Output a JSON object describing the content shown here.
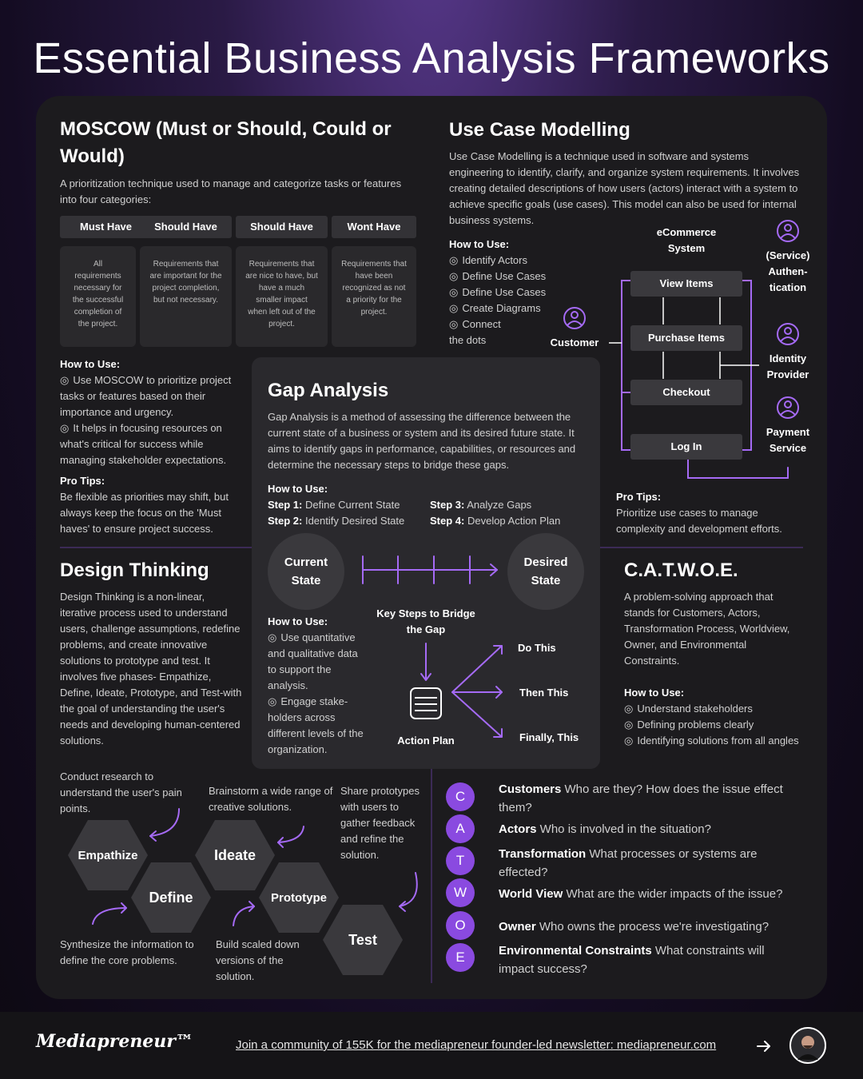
{
  "page": {
    "title": "Essential Business Analysis Frameworks",
    "accent": "#8a4ae0"
  },
  "moscow": {
    "title": "MOSCOW (Must or Should, Could or Would)",
    "desc": "A prioritization technique used to manage and categorize tasks or features into four categories:",
    "categories": [
      {
        "label": "Must Have",
        "text": "All requirements necessary for the successful completion of the project."
      },
      {
        "label": "Should Have",
        "text": "Requirements that are important for the project completion, but not necessary."
      },
      {
        "label": "Should Have",
        "text": "Requirements that are nice to have, but have a much smaller impact when left out of the project."
      },
      {
        "label": "Wont Have",
        "text": "Requirements that have been recognized as not a priority for the project."
      }
    ],
    "how_title": "How to Use:",
    "how": [
      "Use MOSCOW to prioritize project tasks or features based on their importance and urgency.",
      "It helps in focusing resources on what's critical for success while managing stakeholder expectations."
    ],
    "tips_title": "Pro Tips:",
    "tips": "Be flexible as priorities may shift, but always keep the focus on the 'Must haves' to ensure project success."
  },
  "usecase": {
    "title": "Use Case Modelling",
    "desc": "Use Case Modelling is a technique used in software and systems engineering to identify, clarify, and organize system requirements. It involves creating detailed descriptions of how users (actors) interact with a system to achieve specific goals (use cases). This model can also be used for internal business systems.",
    "how_title": "How to Use:",
    "how": [
      "Identify Actors",
      "Define Use Cases",
      "Define Use Cases",
      "Create Diagrams",
      "Connect"
    ],
    "how_tail": "the dots",
    "system_label": "eCommerce System",
    "boxes": [
      "View Items",
      "Purchase Items",
      "Checkout",
      "Log In"
    ],
    "actors": {
      "customer": "Customer",
      "auth": "(Service) Authen-tication",
      "identity": "Identity Provider",
      "payment": "Payment Service"
    },
    "tips_title": "Pro Tips:",
    "tips": "Prioritize use cases to manage complexity and development efforts."
  },
  "gap": {
    "title": "Gap Analysis",
    "desc": "Gap Analysis is a method of assessing the difference between the current state of a business or system and its desired future state. It aims to identify gaps in performance, capabilities, or resources and determine the necessary steps to bridge these gaps.",
    "how_title": "How to Use:",
    "steps": [
      {
        "label": "Step 1:",
        "text": "Define Current State"
      },
      {
        "label": "Step 2:",
        "text": "Identify Desired State"
      },
      {
        "label": "Step 3:",
        "text": "Analyze Gaps"
      },
      {
        "label": "Step 4:",
        "text": "Develop Action Plan"
      }
    ],
    "current": "Current State",
    "desired": "Desired State",
    "how2_title": "How to Use:",
    "how2": [
      "Use quantitative and qualitative data to support the analysis.",
      "Engage stake-holders across different levels of the organization."
    ],
    "key_steps": "Key Steps to Bridge the Gap",
    "action_plan": "Action Plan",
    "outputs": [
      "Do This",
      "Then This",
      "Finally, This"
    ]
  },
  "design": {
    "title": "Design Thinking",
    "desc": "Design Thinking is a non-linear, iterative process used to understand users, challenge assumptions, redefine problems, and create innovative solutions to prototype and test. It involves five phases- Empathize, Define, Ideate, Prototype, and Test-with the goal of understanding the user's needs and developing human-centered solutions.",
    "phases": [
      "Empathize",
      "Define",
      "Ideate",
      "Prototype",
      "Test"
    ],
    "notes": {
      "empathize": "Conduct research to understand the user's pain points.",
      "define": "Synthesize the information to define the core problems.",
      "ideate": "Brainstorm a wide range of creative solutions.",
      "prototype": "Build scaled down versions of the solution.",
      "test": "Share prototypes with users to gather feedback and refine the solution."
    }
  },
  "catwoe": {
    "title": "C.A.T.W.O.E.",
    "desc": "A problem-solving approach that stands for Customers, Actors, Transformation Process, Worldview, Owner, and Environmental Constraints.",
    "how_title": "How to Use:",
    "how": [
      "Understand stakeholders",
      "Defining problems clearly",
      "Identifying solutions from all angles"
    ],
    "items": [
      {
        "letter": "C",
        "term": "Customers",
        "text": " Who are they? How does the issue effect them?"
      },
      {
        "letter": "A",
        "term": "Actors",
        "text": " Who is involved in the situation?"
      },
      {
        "letter": "T",
        "term": "Transformation",
        "text": " What processes or systems are effected?"
      },
      {
        "letter": "W",
        "term": "World View",
        "text": " What are the wider impacts of the issue?"
      },
      {
        "letter": "O",
        "term": "Owner",
        "text": " Who owns the process we're investigating?"
      },
      {
        "letter": "E",
        "term": "Environmental Constraints",
        "text": " What constraints will impact success?"
      }
    ]
  },
  "footer": {
    "brand": "Mediapreneur™",
    "link": "Join a community of 155K for the mediapreneur founder-led newsletter: mediapreneur.com"
  }
}
